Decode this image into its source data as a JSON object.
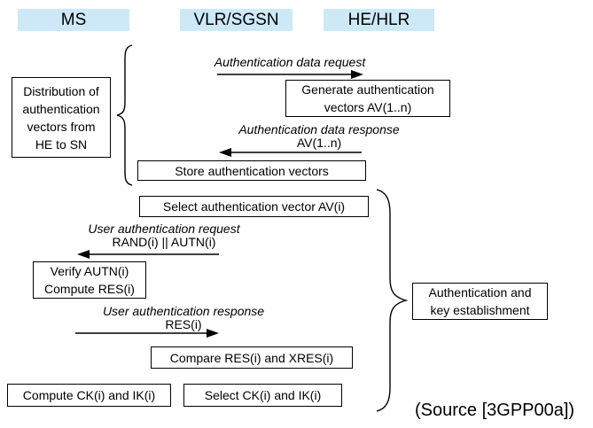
{
  "colors": {
    "header_bg": "#cde9f8",
    "stroke": "#000000",
    "background": "#ffffff"
  },
  "lifelines": [
    {
      "id": "ms",
      "label": "MS"
    },
    {
      "id": "vlr_sgsn",
      "label": "VLR/SGSN"
    },
    {
      "id": "he_hlr",
      "label": "HE/HLR"
    }
  ],
  "messages": [
    {
      "label": "Authentication data request",
      "sublabel": "",
      "from": "VLR/SGSN",
      "to": "HE/HLR",
      "direction": "right"
    },
    {
      "label": "Authentication data response",
      "sublabel": "AV(1..n)",
      "from": "HE/HLR",
      "to": "VLR/SGSN",
      "direction": "left"
    },
    {
      "label": "User authentication request",
      "sublabel": "RAND(i) || AUTN(i)",
      "from": "VLR/SGSN",
      "to": "MS",
      "direction": "left"
    },
    {
      "label": "User authentication response",
      "sublabel": "RES(i)",
      "from": "MS",
      "to": "VLR/SGSN",
      "direction": "right"
    }
  ],
  "boxes": {
    "distribution": "Distribution of\nauthentication\nvectors from\nHE to SN",
    "generate": "Generate authentication\nvectors AV(1..n)",
    "store": "Store authentication vectors",
    "select_av": "Select authentication vector AV(i)",
    "verify": "Verify AUTN(i)\nCompute RES(i)",
    "compare": "Compare RES(i) and XRES(i)",
    "compute_ck": "Compute CK(i) and IK(i)",
    "select_ck": "Select CK(i) and IK(i)",
    "auth_key": "Authentication and\nkey establishment"
  },
  "source_note": "(Source [3GPP00a])"
}
